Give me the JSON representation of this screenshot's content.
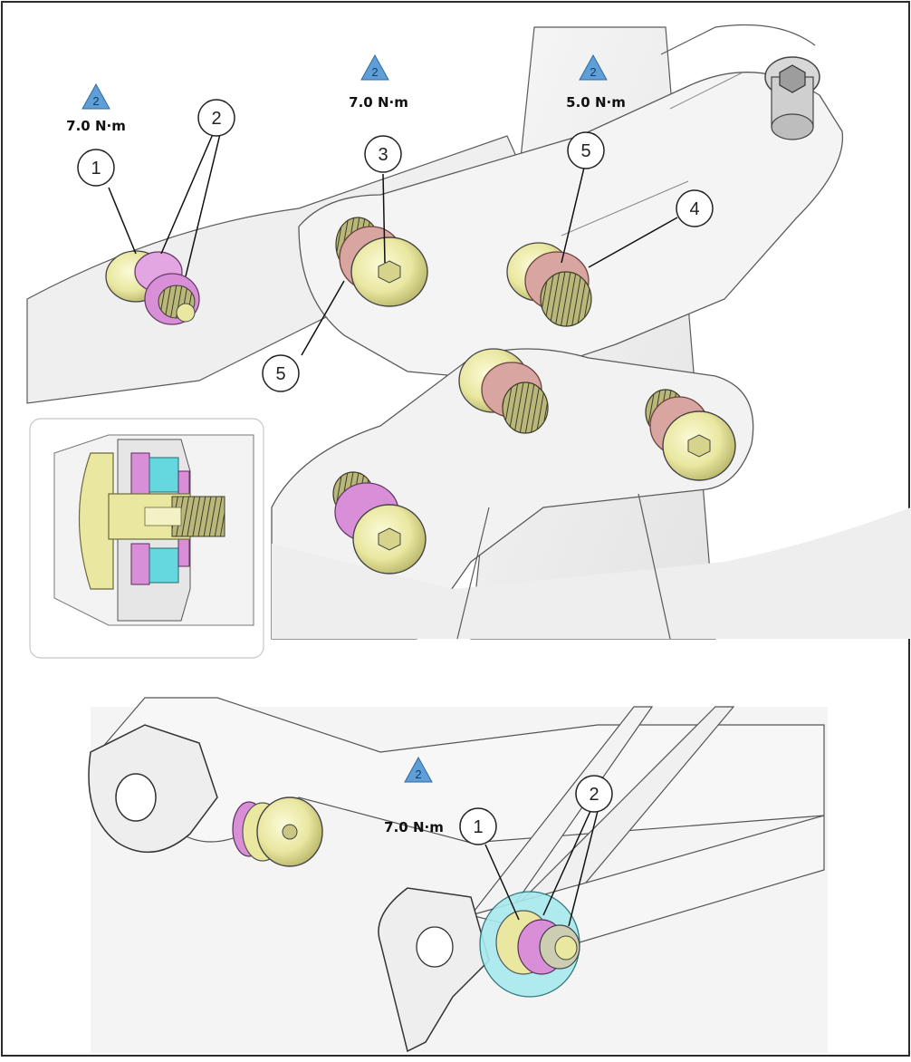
{
  "colors": {
    "border": "#2b2b2b",
    "frame_fill": "#eeeeee",
    "frame_line": "#5a5a5a",
    "bolt_yellow": "#e9e7a0",
    "washer_pink": "#d98fd8",
    "washer_red": "#d9a5a0",
    "bearing_cyan": "#64d7df",
    "warning_blue": "#5f9ed6"
  },
  "top_figure": {
    "torques": [
      {
        "symbol_number": "2",
        "value": "7.0 N·m"
      },
      {
        "symbol_number": "2",
        "value": "7.0 N·m"
      },
      {
        "symbol_number": "2",
        "value": "5.0 N·m"
      }
    ],
    "callouts": [
      "1",
      "2",
      "3",
      "5",
      "4",
      "5"
    ]
  },
  "bottom_figure": {
    "torque": {
      "symbol_number": "2",
      "value": "7.0 N·m"
    },
    "callouts": [
      "1",
      "2"
    ]
  },
  "icons": [
    "warning-triangle-icon"
  ]
}
